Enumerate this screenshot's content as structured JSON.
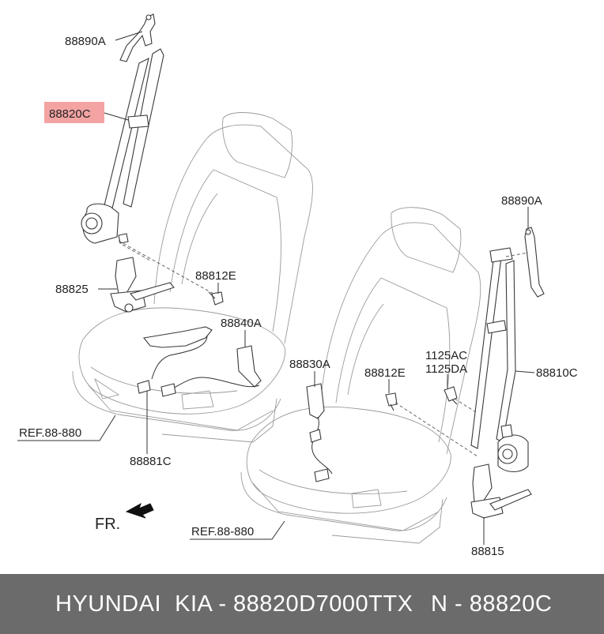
{
  "callouts": {
    "c88890A_top": "88890A",
    "c88820C": "88820C",
    "c88825": "88825",
    "c88812E_left": "88812E",
    "c88840A": "88840A",
    "c88830A": "88830A",
    "c88812E_right": "88812E",
    "c1125AC": "1125AC",
    "c1125DA": "1125DA",
    "c88890A_right": "88890A",
    "c88810C": "88810C",
    "c88881C": "88881C",
    "c88815": "88815",
    "ref_left": "REF.88-880",
    "ref_right": "REF.88-880",
    "front": "FR."
  },
  "highlight_color": "#f4a3a3",
  "footer": {
    "brand": "HYUNDAI  KIA - 88820D7000TTX",
    "number": "N - 88820C"
  }
}
